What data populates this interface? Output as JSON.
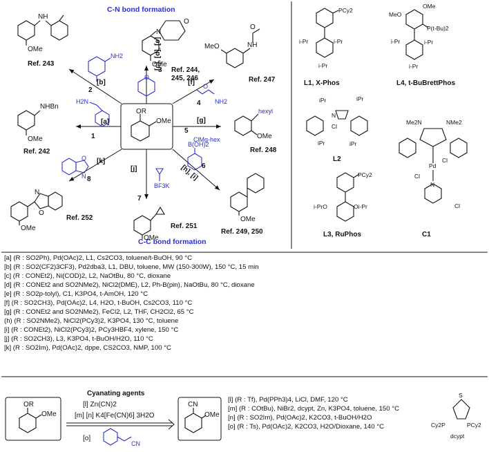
{
  "titles": {
    "cn": "C-N bond formation",
    "cc": "C-C bond formation"
  },
  "center": {
    "or": "OR",
    "ome": "OMe"
  },
  "refs": {
    "r243": "Ref. 243",
    "r244": "Ref. 244,",
    "r244b": "245, 246",
    "r247": "Ref. 247",
    "r242": "Ref. 242",
    "r248": "Ref. 248",
    "r252": "Ref. 252",
    "r251": "Ref. 251",
    "r249": "Ref. 249, 250"
  },
  "arrow_labels": {
    "a": "[a]",
    "b": "[b]",
    "cde": "[c], [d], [e]",
    "f": "[f]",
    "g": "[g]",
    "hi": "[h], [i]",
    "j": "[j]",
    "k": "[k]"
  },
  "reagent_numbers": {
    "n1": "1",
    "n2": "2",
    "n3": "3",
    "n4": "4",
    "n5": "5",
    "n6": "6",
    "n7": "7",
    "n8": "8"
  },
  "reagent_text": {
    "nh2": "NH2",
    "h2n": "H2N",
    "nh": "N",
    "h": "H",
    "o": "O",
    "boh2": "B(OH)2",
    "clmg": "ClMg-hex",
    "bf3k": "BF3K",
    "n_k": "N",
    "o_k": "O",
    "nh2_f": "NH2"
  },
  "product_text": {
    "nhbn": "NHBn",
    "ome": "OMe",
    "meo": "MeO",
    "nh": "NH",
    "n": "N",
    "h": "H",
    "hexyl": "hexyl",
    "o": "O"
  },
  "ligands": {
    "l1": "L1, X-Phos",
    "l4": "L4, t-BuBrettPhos",
    "l2": "L2",
    "l3": "L3, RuPhos",
    "c1": "C1",
    "pcy2": "PCy2",
    "ptbu2": "P(t-Bu)2",
    "ipr": "i-Pr",
    "ome": "OMe",
    "meo": "MeO",
    "iprs": "iPr",
    "cl": "Cl",
    "pd": "Pd",
    "n": "N",
    "me2n": "Me2N",
    "nme2": "NMe2",
    "iPrO": "i-PrO",
    "oipr": "Oi-Pr"
  },
  "conditions": [
    "[a] (R : SO2Ph), Pd(OAc)2, L1, Cs2CO3, toluene/t-BuOH, 90 °C",
    "[b] (R : SO2(CF2)3CF3), Pd2dba3, L1, DBU, toluene, MW (150-300W), 150 °C, 15 min",
    "[c] (R : CONEt2), Ni(COD)2, L2, NaOtBu, 80 °C, dioxane",
    "[d] (R : CONEt2 and SO2NMe2), NiCl2(DME), L2, Ph-B(pin), NaOtBu, 80 °C, dioxane",
    "[e] (R : SO2p-tolyl), C1, K3PO4, t-AmOH, 120 °C",
    "[f] (R : SO2CH3), Pd(OAc)2, L4, H2O, t-BuOH, Cs2CO3, 110 °C",
    "[g] (R :  CONEt2 and SO2NMe2), FeCl2, L2, THF, CH2Cl2, 65 °C",
    "(h) (R : SO2NMe2), NiCl2(PCy3)2, K3PO4, 130 °C, toluene",
    "[i] (R : CONEt2), NiCl2(PCy3)2, PCy3HBF4, xylene, 150 °C",
    "[j] (R : SO2CH3), L3, K3PO4, t-BuOH/H2O, 110 °C",
    "[k] (R : SO2Im), Pd(OAc)2, dppe, CS2CO3, NMP, 100 °C"
  ],
  "cyanation": {
    "title": "Cyanating agents",
    "l": "[l]  Zn(CN)2",
    "mn": "[m] [n] K4[Fe(CN)6] 3H2O",
    "o": "[o]",
    "cn": "CN",
    "or": "OR",
    "ome": "OMe",
    "cn_prod": "CN",
    "conditions": [
      "[l] (R : Tf), Pd(PPh3)4, LiCl, DMF, 120 °C",
      "[m]  (R : COtBu), NiBr2, dcypt, Zn, K3PO4, toluene, 150 °C",
      "[n]  (R : SO2Im), Pd(OAc)2, K2CO3, t-BuOH/H2O",
      "[o] (R : Ts), Pd(OAc)2, K2CO3, H2O/Dioxane, 140 °C"
    ],
    "dcypt": "dcypt",
    "s": "S",
    "cy2p": "Cy2P",
    "pcy2": "PCy2"
  }
}
